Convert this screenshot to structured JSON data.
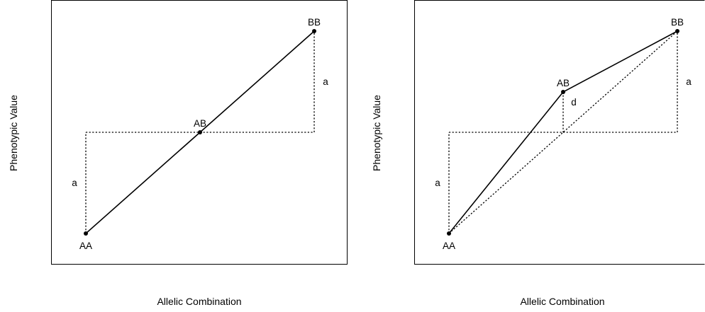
{
  "colors": {
    "stroke": "#000000",
    "background": "#ffffff"
  },
  "panels": [
    {
      "id": "left",
      "xlabel": "Allelic Combination",
      "ylabel": "Phenotypic Value",
      "points": [
        {
          "label": "AA"
        },
        {
          "label": "AB"
        },
        {
          "label": "BB"
        }
      ],
      "dimensions": [
        {
          "label": "a"
        },
        {
          "label": "a"
        }
      ]
    },
    {
      "id": "right",
      "xlabel": "Allelic Combination",
      "ylabel": "Phenotypic Value",
      "points": [
        {
          "label": "AA"
        },
        {
          "label": "AB"
        },
        {
          "label": "BB"
        }
      ],
      "dimensions": [
        {
          "label": "a"
        },
        {
          "label": "d"
        },
        {
          "label": "a"
        }
      ]
    }
  ]
}
